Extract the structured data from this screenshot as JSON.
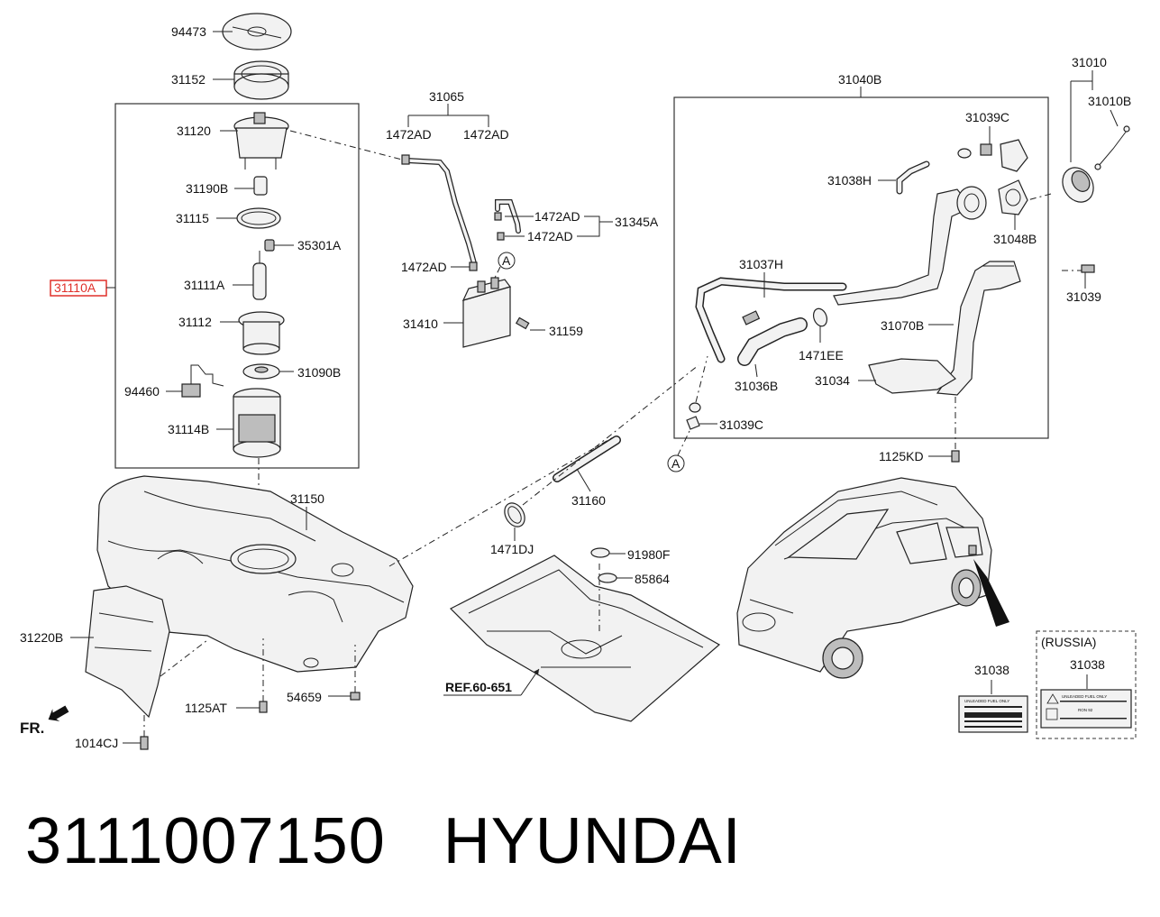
{
  "parts": {
    "p94473": "94473",
    "p31152": "31152",
    "p31120": "31120",
    "p31190B": "31190B",
    "p31115": "31115",
    "p35301A": "35301A",
    "p31110A": "31110A",
    "p31111A": "31111A",
    "p31112": "31112",
    "p31090B": "31090B",
    "p94460": "94460",
    "p31114B": "31114B",
    "p31150": "31150",
    "p31220B": "31220B",
    "p1125AT": "1125AT",
    "p54659": "54659",
    "p1014CJ": "1014CJ",
    "fr": "FR.",
    "p31065": "31065",
    "p1472AD": "1472AD",
    "p31345A": "31345A",
    "p31410": "31410",
    "p31159": "31159",
    "callout_a": "A",
    "p31160": "31160",
    "p1471DJ": "1471DJ",
    "p91980F": "91980F",
    "p85864": "85864",
    "ref": "REF.60-651",
    "p31040B": "31040B",
    "p31039C": "31039C",
    "p31038H": "31038H",
    "p31048B": "31048B",
    "p31037H": "31037H",
    "p31070B": "31070B",
    "p1471EE": "1471EE",
    "p31036B": "31036B",
    "p31034": "31034",
    "p1125KD": "1125KD",
    "p31010": "31010",
    "p31010B": "31010B",
    "p31039": "31039",
    "p31038": "31038",
    "russia": "(RUSSIA)",
    "label_unleaded": "UNLEADED FUEL ONLY",
    "label_ron": "RON 92"
  },
  "footer": {
    "part_number": "3111007150",
    "brand": "HYUNDAI"
  },
  "colors": {
    "highlight": "#e0302a",
    "ink": "#222222"
  }
}
